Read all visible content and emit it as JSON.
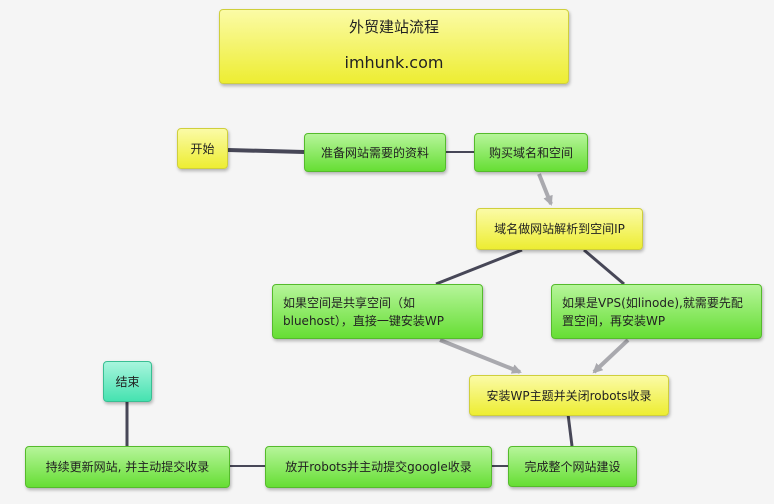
{
  "title": {
    "line1": "外贸建站流程",
    "line2": "imhunk.com"
  },
  "nodes": {
    "start": "开始",
    "prepare": "准备网站需要的资料",
    "buy": "购买域名和空间",
    "resolve": "域名做网站解析到空间IP",
    "shared": "如果空间是共享空间（如bluehost），直接一键安装WP",
    "vps": "如果是VPS(如linode),就需要先配置空间，再安装WP",
    "install": "安装WP主题并关闭robots收录",
    "finish_build": "完成整个网站建设",
    "open_robots": "放开robots并主动提交google收录",
    "keep_updating": "持续更新网站, 并主动提交收录",
    "end": "结束"
  },
  "colors": {
    "yellow": "#f0f040",
    "green": "#6fe03c",
    "teal": "#4de3b3",
    "connector": "#474757",
    "arrow": "#a9a9ae"
  }
}
